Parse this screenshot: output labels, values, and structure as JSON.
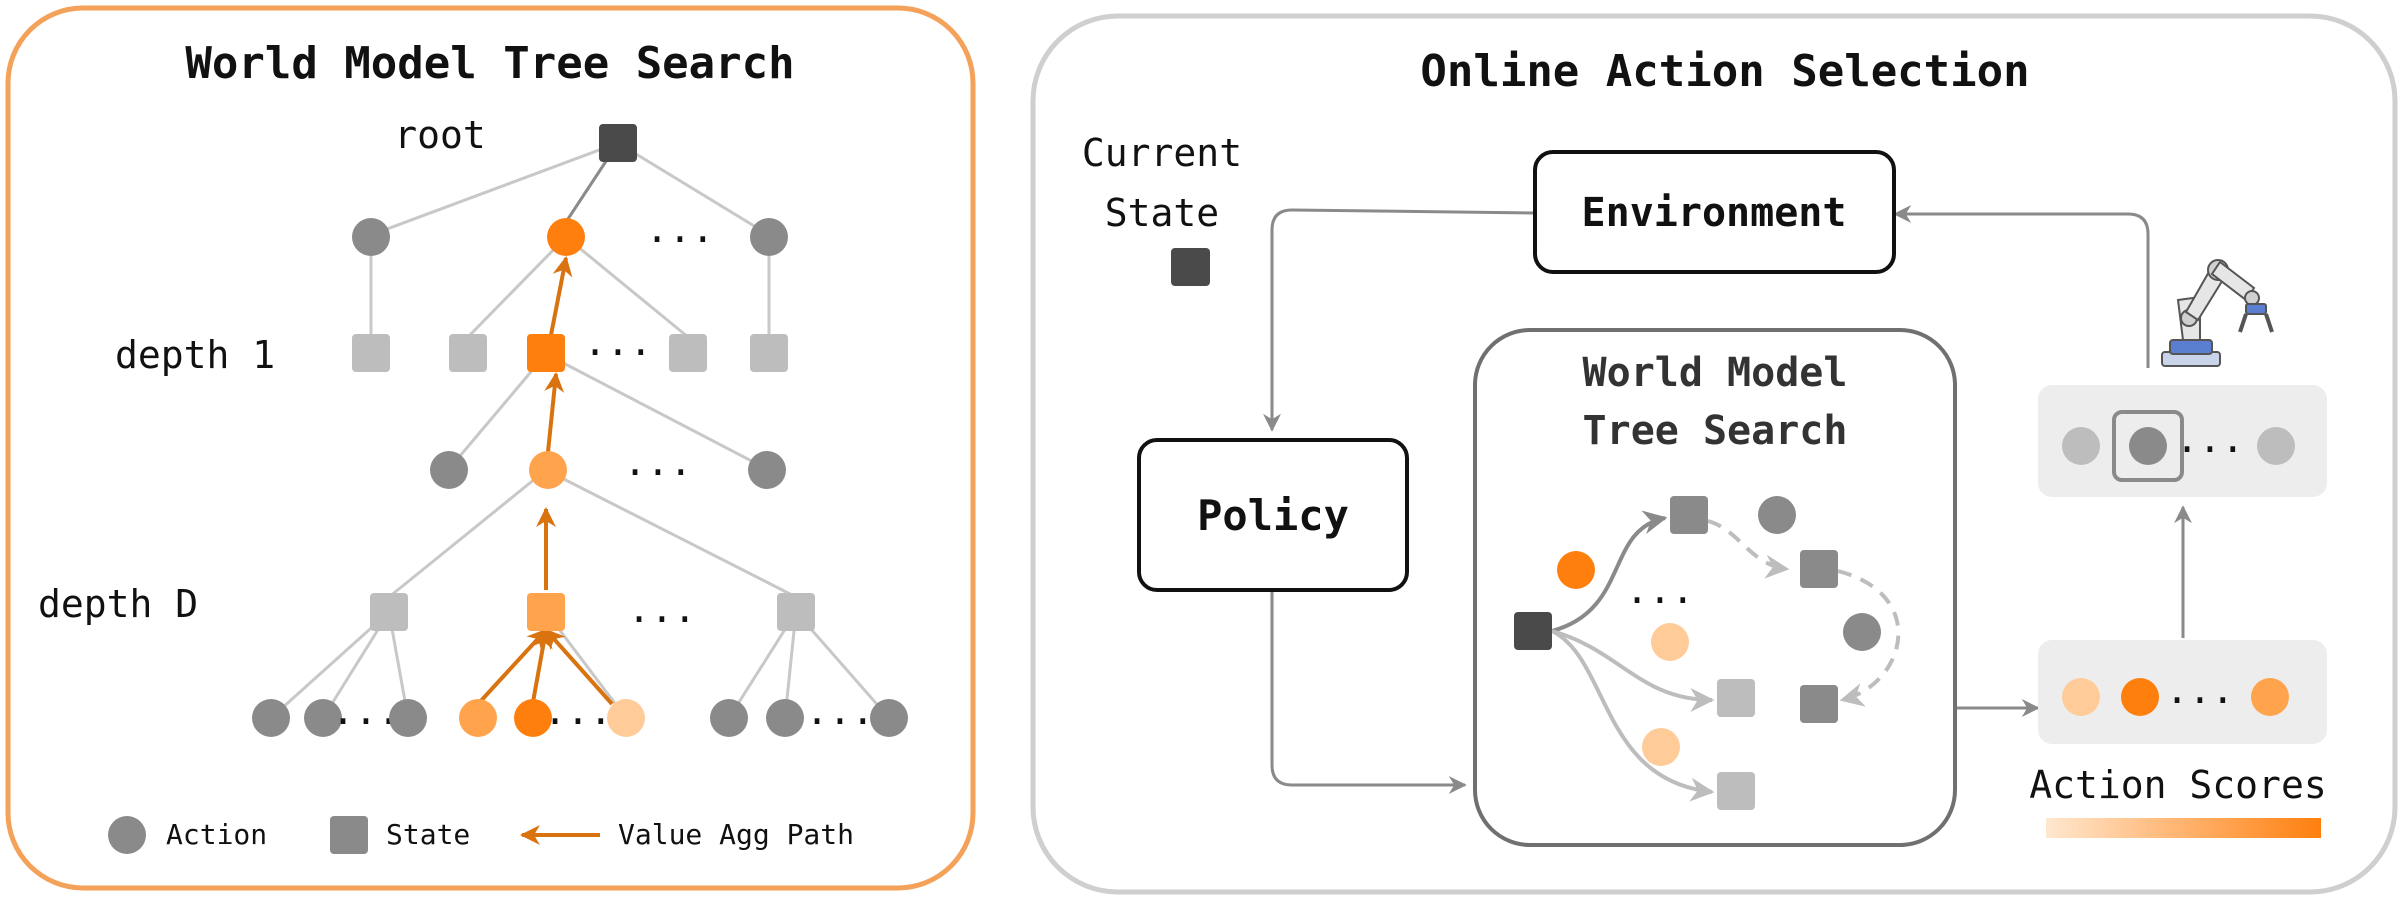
{
  "left_panel": {
    "title": "World Model Tree Search",
    "label_root": "root",
    "label_depth1": "depth 1",
    "label_depthD": "depth D",
    "ellipsis": "...",
    "legend": {
      "action": "Action",
      "state": "State",
      "value_path": "Value Agg Path"
    }
  },
  "right_panel": {
    "title": "Online Action Selection",
    "current_state_line1": "Current",
    "current_state_line2": "State",
    "environment": "Environment",
    "policy": "Policy",
    "inner_title_line1": "World Model",
    "inner_title_line2": "Tree Search",
    "ellipsis": "...",
    "action_scores": "Action Scores"
  },
  "colors": {
    "left_border": "#F4A25A",
    "right_border": "#CFCFCF",
    "dark_node": "#4A4A4A",
    "gray_node": "#8A8A8A",
    "light_node": "#BDBDBD",
    "orange": "#FF7F0E",
    "orange_mid": "#FFA44D",
    "orange_light": "#FFCC99",
    "path_arrow": "#D9730F"
  }
}
